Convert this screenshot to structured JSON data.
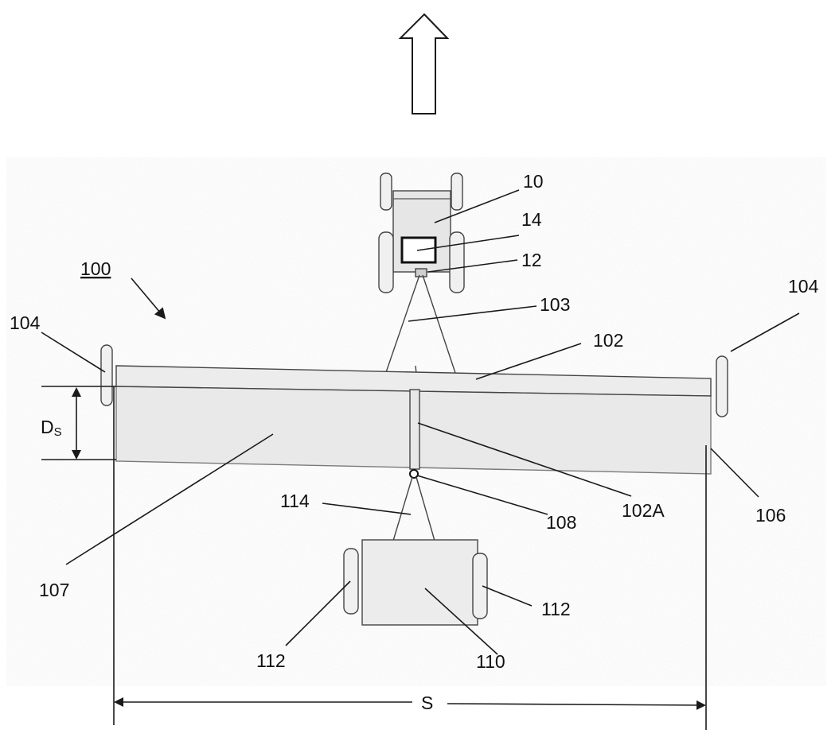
{
  "diagram": {
    "labels": {
      "system": "100",
      "tractor": "10",
      "controller": "14",
      "hitch": "12",
      "drawbar": "103",
      "beam": "102",
      "beam_center": "102A",
      "wheel_left": "104",
      "wheel_right": "104",
      "end_right": "106",
      "swath": "107",
      "pivot": "108",
      "tow_bar": "114",
      "cart": "110",
      "cart_wheel_left": "112",
      "cart_wheel_right": "112",
      "depth": "D",
      "depth_sub": "S",
      "span": "S"
    },
    "colors": {
      "ground": "#dcdcdc",
      "ink": "#1a1a1a",
      "part_fill": "#e8e8e8"
    },
    "icons": {
      "direction": "up-arrow-icon"
    }
  }
}
